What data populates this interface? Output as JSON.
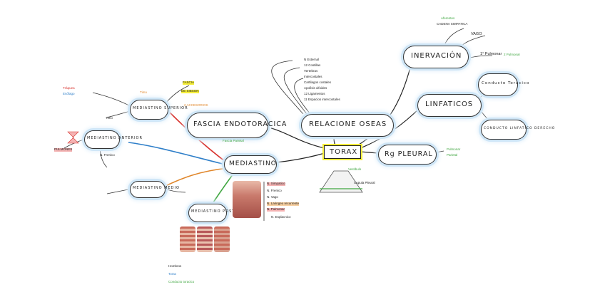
{
  "center": {
    "label": "TORAX"
  },
  "nodes": {
    "inervacion": "INERVACIÓN",
    "linfaticos": "LINFATICOS",
    "relaciones": "RELACIONE OSEAS",
    "fascia": "FASCIA ENDOTORACICA",
    "mediastino": "MEDIASTINO",
    "pleural": "Rg PLEURAL",
    "med_superior": "MEDIASTINO SUPERIOR",
    "med_anterior": "MEDIASTINO ANTERIOR",
    "med_medio": "MEDIASTINO MEDIO",
    "med_posterior": "MEDIASTINO POSTERIOR",
    "conducto_toracico": "Conducto Toracico",
    "conducto_derecho": "CONDUCTO LINFATICO DERECHO"
  },
  "inervacion_notes": [
    "Aferentes",
    "CADENA SIMPATICA",
    "VAGO",
    "1° Pulmonar",
    "2 Pulmonar"
  ],
  "relaciones_list": [
    "N Esternal",
    "12 Costillas",
    "Vertebras",
    "Intercostales",
    "Cartilagos costales",
    "Apofisis xifoides",
    "12 Ligamentos",
    "11 Espacios intercostales"
  ],
  "mediastino_details": [
    "N. Simpatico",
    "N. Frenico",
    "N. Vago",
    "N. Laringeo recurrente",
    "N. Pulmonar",
    "N. Esplacnico"
  ],
  "fascia_labels": [
    "2 ACCESORIOS",
    "FASCIA",
    "DE SIBSON",
    "Fascia Parietal"
  ],
  "pleural_labels": [
    "Pulmonar",
    "Parietal",
    "Vestibulo",
    "Cupula Pleural"
  ],
  "anterior_labels": [
    "PULMONES",
    "N. Frenico",
    "Timo"
  ],
  "med_superior_labels": [
    "Tráquea",
    "Esófago",
    "Timo"
  ],
  "legend": [
    "Hombros",
    "Torax",
    "Conducto toracico"
  ],
  "colors": {
    "green": "#3fa640",
    "orange": "#e0862a",
    "blue": "#2f7fc9",
    "red": "#d8332e",
    "cloud_glow": "#cfe6f7"
  }
}
